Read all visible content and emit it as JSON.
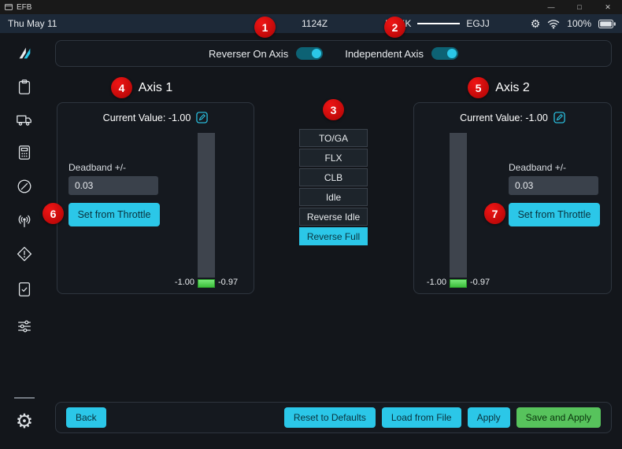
{
  "window": {
    "title": "EFB",
    "controls": {
      "minimize": "—",
      "maximize": "□",
      "close": "✕"
    }
  },
  "statusbar": {
    "date": "Thu May 11",
    "time": "1124Z",
    "route_from": "EGKK",
    "route_to": "EGJJ",
    "battery_percent": "100%"
  },
  "icons": {
    "gear": "⚙"
  },
  "annotations": [
    "1",
    "2",
    "3",
    "4",
    "5",
    "6",
    "7"
  ],
  "header_toggles": {
    "reverser_label": "Reverser On Axis",
    "reverser_on": true,
    "independent_label": "Independent Axis",
    "independent_on": true
  },
  "axis1": {
    "title": "Axis 1",
    "current_value_label": "Current Value: -1.00",
    "deadband_label": "Deadband +/-",
    "deadband_value": "0.03",
    "set_from_throttle": "Set from Throttle",
    "bar_bottom_left_label": "-1.00",
    "bar_bottom_right_label": "-0.97"
  },
  "axis2": {
    "title": "Axis 2",
    "current_value_label": "Current Value: -1.00",
    "deadband_label": "Deadband +/-",
    "deadband_value": "0.03",
    "set_from_throttle": "Set from Throttle",
    "bar_bottom_left_label": "-1.00",
    "bar_bottom_right_label": "-0.97"
  },
  "detents": {
    "items": [
      "TO/GA",
      "FLX",
      "CLB",
      "Idle",
      "Reverse Idle",
      "Reverse Full"
    ],
    "selected": "Reverse Full"
  },
  "footer": {
    "back": "Back",
    "reset_to_defaults": "Reset to Defaults",
    "load_from_file": "Load from File",
    "apply": "Apply",
    "save_and_apply": "Save and Apply"
  },
  "sidebar": {
    "icons": [
      "app-logo",
      "clipboard",
      "ground-vehicle",
      "calculator",
      "compass",
      "broadcast",
      "warning",
      "checklist",
      "sliders",
      "settings-gear"
    ]
  },
  "colors": {
    "accent_cyan": "#2bc7e8",
    "save_green": "#57c35c",
    "annotation_red": "#c40b0b",
    "indicator_green": "#4ed14e",
    "statusbar_bg": "#1d2938",
    "background": "#13161b"
  }
}
